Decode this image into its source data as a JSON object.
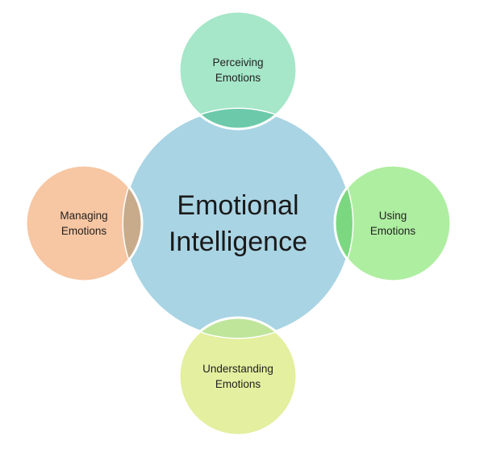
{
  "center": {
    "line1": "Emotional",
    "line2": "Intelligence",
    "color": "#a9d4e4"
  },
  "nodes": {
    "top": {
      "line1": "Perceiving",
      "line2": "Emotions",
      "color": "#a6e6c9"
    },
    "right": {
      "line1": "Using",
      "line2": "Emotions",
      "color": "#aeeea0"
    },
    "bottom": {
      "line1": "Understanding",
      "line2": "Emotions",
      "color": "#e4ef9f"
    },
    "left": {
      "line1": "Managing",
      "line2": "Emotions",
      "color": "#f7c6a2"
    }
  },
  "overlap_colors": {
    "top": "#6ccaaa",
    "right": "#7bd880",
    "bottom": "#bfe59b",
    "left": "#c8ab8a"
  },
  "stroke_color": "#ffffff"
}
